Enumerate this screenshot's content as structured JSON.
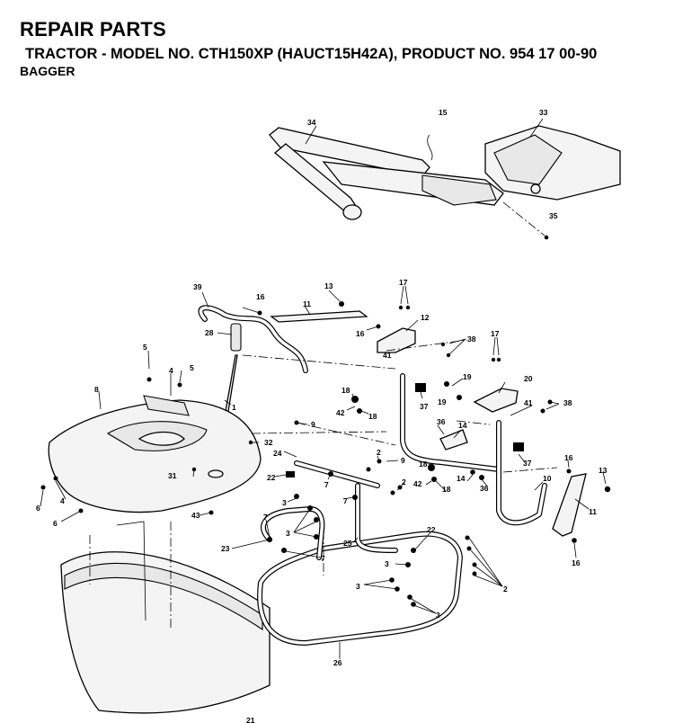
{
  "header": {
    "title": "REPAIR PARTS",
    "subtitle": "TRACTOR - MODEL NO. CTH150XP (HAUCT15H42A), PRODUCT NO. 954 17 00-90",
    "section": "BAGGER"
  },
  "callouts": [
    {
      "id": "c34",
      "text": "34"
    },
    {
      "id": "c15",
      "text": "15"
    },
    {
      "id": "c33",
      "text": "33"
    },
    {
      "id": "c35",
      "text": "35"
    },
    {
      "id": "c39",
      "text": "39"
    },
    {
      "id": "c16a",
      "text": "16"
    },
    {
      "id": "c11a",
      "text": "11"
    },
    {
      "id": "c13a",
      "text": "13"
    },
    {
      "id": "c17a",
      "text": "17"
    },
    {
      "id": "c12",
      "text": "12"
    },
    {
      "id": "c16b",
      "text": "16"
    },
    {
      "id": "c28",
      "text": "28"
    },
    {
      "id": "c38a",
      "text": "38"
    },
    {
      "id": "c17b",
      "text": "17"
    },
    {
      "id": "c41a",
      "text": "41"
    },
    {
      "id": "c5a",
      "text": "5"
    },
    {
      "id": "c5b",
      "text": "5"
    },
    {
      "id": "c4a",
      "text": "4"
    },
    {
      "id": "c19a",
      "text": "19"
    },
    {
      "id": "c20",
      "text": "20"
    },
    {
      "id": "c8",
      "text": "8"
    },
    {
      "id": "c18a",
      "text": "18"
    },
    {
      "id": "c19b",
      "text": "19"
    },
    {
      "id": "c42a",
      "text": "42"
    },
    {
      "id": "c18b",
      "text": "18"
    },
    {
      "id": "c37a",
      "text": "37"
    },
    {
      "id": "c41b",
      "text": "41"
    },
    {
      "id": "c38b",
      "text": "38"
    },
    {
      "id": "c1",
      "text": "1"
    },
    {
      "id": "c9a",
      "text": "9"
    },
    {
      "id": "c36a",
      "text": "36"
    },
    {
      "id": "c14a",
      "text": "14"
    },
    {
      "id": "c32",
      "text": "32"
    },
    {
      "id": "c24",
      "text": "24"
    },
    {
      "id": "c2a",
      "text": "2"
    },
    {
      "id": "c9b",
      "text": "9"
    },
    {
      "id": "c37b",
      "text": "37"
    },
    {
      "id": "c10",
      "text": "10"
    },
    {
      "id": "c31",
      "text": "31"
    },
    {
      "id": "c22a",
      "text": "22"
    },
    {
      "id": "c7a",
      "text": "7"
    },
    {
      "id": "c18c",
      "text": "18"
    },
    {
      "id": "c42b",
      "text": "42"
    },
    {
      "id": "c18d",
      "text": "18"
    },
    {
      "id": "c14b",
      "text": "14"
    },
    {
      "id": "c36b",
      "text": "36"
    },
    {
      "id": "c16c",
      "text": "16"
    },
    {
      "id": "c13b",
      "text": "13"
    },
    {
      "id": "c6a",
      "text": "6"
    },
    {
      "id": "c4b",
      "text": "4"
    },
    {
      "id": "c6b",
      "text": "6"
    },
    {
      "id": "c3a",
      "text": "3"
    },
    {
      "id": "c2b",
      "text": "2"
    },
    {
      "id": "c7b",
      "text": "7"
    },
    {
      "id": "c43",
      "text": "43"
    },
    {
      "id": "c7c",
      "text": "7"
    },
    {
      "id": "c3b",
      "text": "3"
    },
    {
      "id": "c11b",
      "text": "11"
    },
    {
      "id": "c23",
      "text": "23"
    },
    {
      "id": "c25",
      "text": "25"
    },
    {
      "id": "c22b",
      "text": "22"
    },
    {
      "id": "c16d",
      "text": "16"
    },
    {
      "id": "c7d",
      "text": "7"
    },
    {
      "id": "c3c",
      "text": "3"
    },
    {
      "id": "c3d",
      "text": "3"
    },
    {
      "id": "c2c",
      "text": "2"
    },
    {
      "id": "c3e",
      "text": "3"
    },
    {
      "id": "c26",
      "text": "26"
    },
    {
      "id": "c21",
      "text": "21"
    }
  ]
}
